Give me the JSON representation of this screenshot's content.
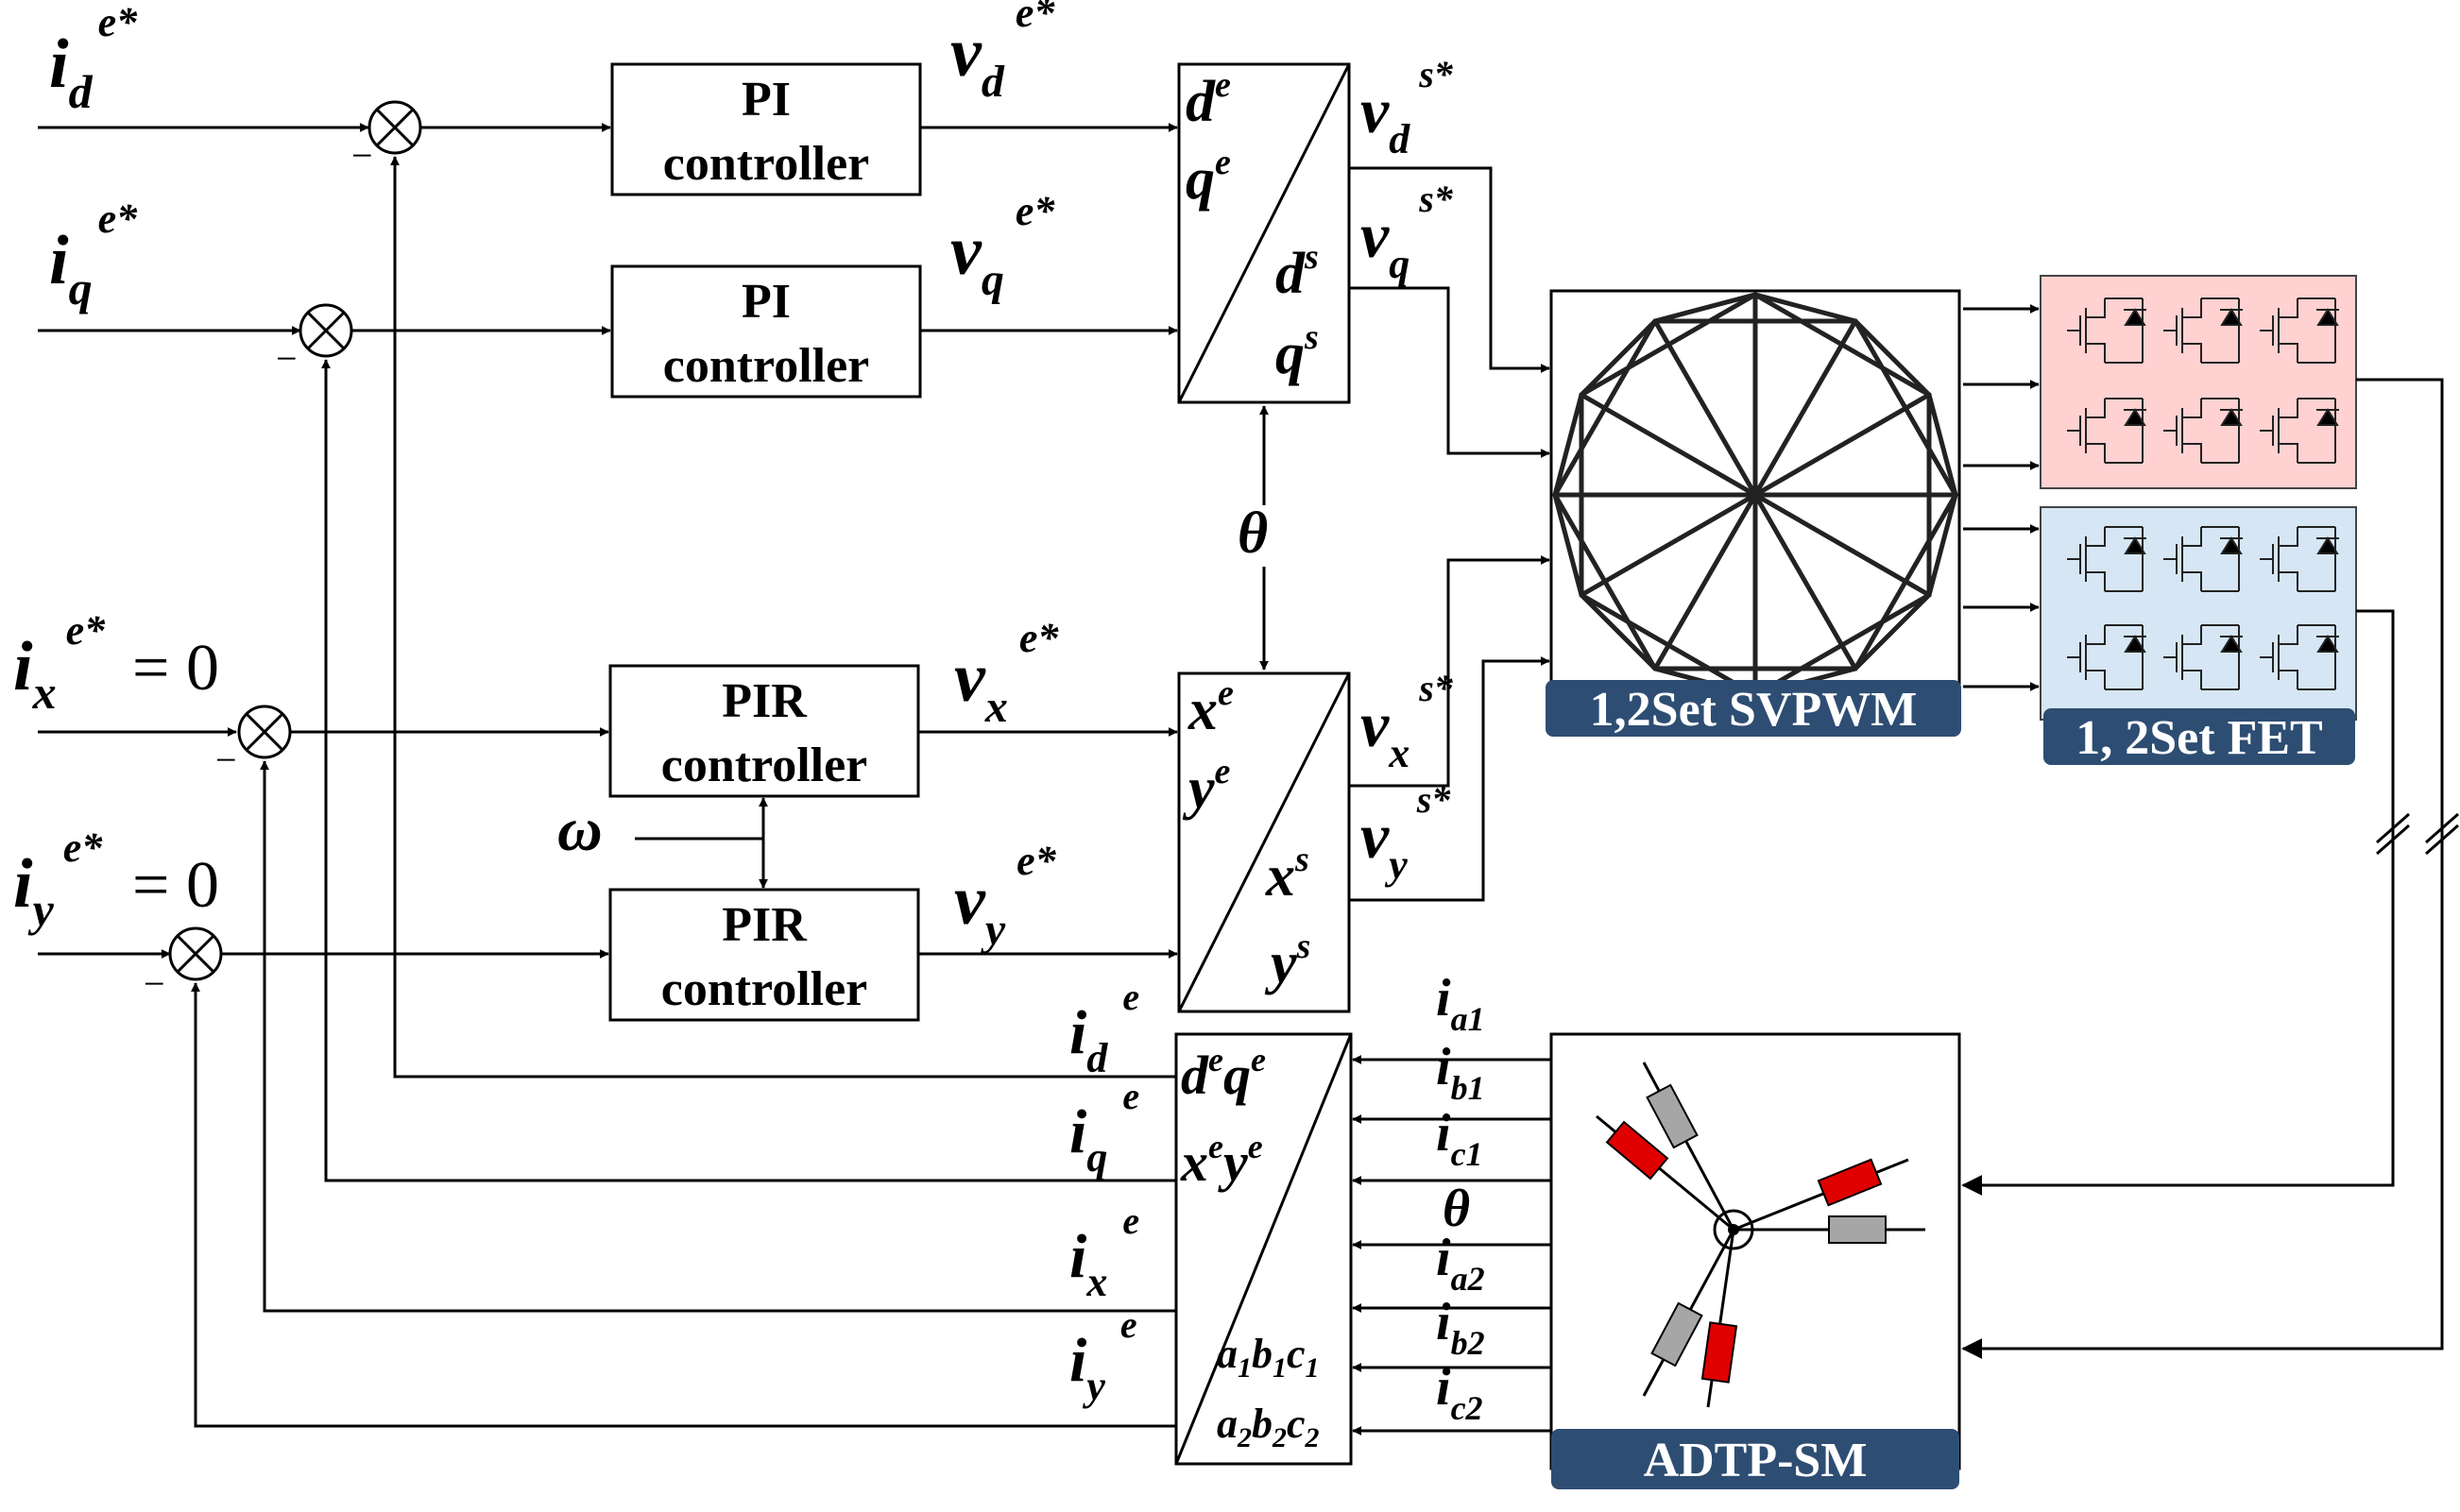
{
  "inputs": {
    "id": {
      "base": "i",
      "sub": "d",
      "sup": "e*",
      "suffix": ""
    },
    "iq": {
      "base": "i",
      "sub": "q",
      "sup": "e*",
      "suffix": ""
    },
    "ix": {
      "base": "i",
      "sub": "x",
      "sup": "e*",
      "suffix": "= 0"
    },
    "iy": {
      "base": "i",
      "sub": "y",
      "sup": "e*",
      "suffix": "= 0"
    }
  },
  "controllers": {
    "pi_d": {
      "line1": "PI",
      "line2": "controller"
    },
    "pi_q": {
      "line1": "PI",
      "line2": "controller"
    },
    "pir_x": {
      "line1": "PIR",
      "line2": "controller"
    },
    "pir_y": {
      "line1": "PIR",
      "line2": "controller"
    }
  },
  "voltages_e": {
    "vd": {
      "base": "v",
      "sub": "d",
      "sup": "e*"
    },
    "vq": {
      "base": "v",
      "sub": "q",
      "sup": "e*"
    },
    "vx": {
      "base": "v",
      "sub": "x",
      "sup": "e*"
    },
    "vy": {
      "base": "v",
      "sub": "y",
      "sup": "e*"
    }
  },
  "voltages_s": {
    "vd": {
      "base": "v",
      "sub": "d",
      "sup": "s*"
    },
    "vq": {
      "base": "v",
      "sub": "q",
      "sup": "s*"
    },
    "vx": {
      "base": "v",
      "sub": "x",
      "sup": "s*"
    },
    "vy": {
      "base": "v",
      "sub": "y",
      "sup": "s*"
    }
  },
  "transform_dq": {
    "in1": {
      "base": "d",
      "sup": "e"
    },
    "in2": {
      "base": "q",
      "sup": "e"
    },
    "out1": {
      "base": "d",
      "sup": "s"
    },
    "out2": {
      "base": "q",
      "sup": "s"
    }
  },
  "transform_xy": {
    "in1": {
      "base": "x",
      "sup": "e"
    },
    "in2": {
      "base": "y",
      "sup": "e"
    },
    "out1": {
      "base": "x",
      "sup": "s"
    },
    "out2": {
      "base": "y",
      "sup": "s"
    }
  },
  "transform_fb": {
    "dq": {
      "d": "d",
      "e1": "e",
      "q": "q",
      "e2": "e"
    },
    "xy": {
      "x": "x",
      "e1": "e",
      "y": "y",
      "e2": "e"
    },
    "abc1": {
      "a": "a",
      "b": "b",
      "c": "c",
      "n": "1"
    },
    "abc2": {
      "a": "a",
      "b": "b",
      "c": "c",
      "n": "2"
    }
  },
  "theta": "θ",
  "omega": "ω",
  "feedback_labels": {
    "id": {
      "base": "i",
      "sub": "d",
      "sup": "e"
    },
    "iq": {
      "base": "i",
      "sub": "q",
      "sup": "e"
    },
    "ix": {
      "base": "i",
      "sub": "x",
      "sup": "e"
    },
    "iy": {
      "base": "i",
      "sub": "y",
      "sup": "e"
    }
  },
  "measured_currents": [
    {
      "base": "i",
      "sub": "a1"
    },
    {
      "base": "i",
      "sub": "b1"
    },
    {
      "base": "i",
      "sub": "c1"
    },
    {
      "base": "θ",
      "sub": ""
    },
    {
      "base": "i",
      "sub": "a2"
    },
    {
      "base": "i",
      "sub": "b2"
    },
    {
      "base": "i",
      "sub": "c2"
    }
  ],
  "sum_sign": "−",
  "blocks": {
    "svpwm": "1,2Set SVPWM",
    "fet": "1, 2Set FET",
    "motor": "ADTP-SM"
  },
  "colors": {
    "banner": "#2e4d73",
    "fet_set1": "#ffd1d1",
    "fet_set2": "#d6e6f4",
    "winding_red": "#e00000",
    "winding_gray": "#a6a6a6"
  }
}
